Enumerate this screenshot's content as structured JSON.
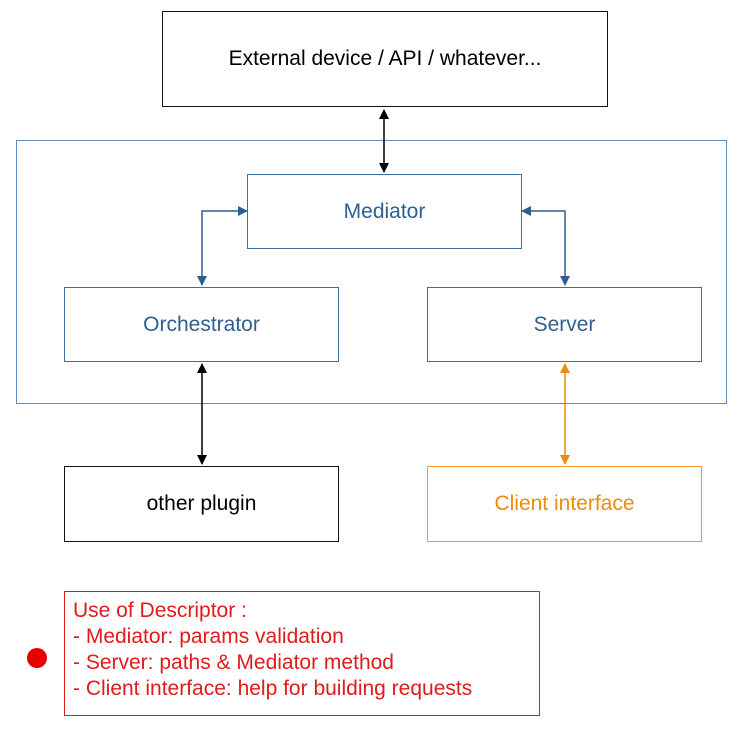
{
  "nodes": {
    "external": "External device / API / whatever...",
    "mediator": "Mediator",
    "orchestrator": "Orchestrator",
    "server": "Server",
    "other_plugin": "other plugin",
    "client_interface": "Client interface"
  },
  "note": {
    "lines": [
      "Use of Descriptor :",
      "- Mediator: params validation",
      "- Server: paths & Mediator method",
      "- Client interface: help for building requests"
    ]
  },
  "colors": {
    "blue": "#2f5f8f",
    "orange": "#f08a0c",
    "red": "#e01b1b",
    "black": "#000000"
  }
}
